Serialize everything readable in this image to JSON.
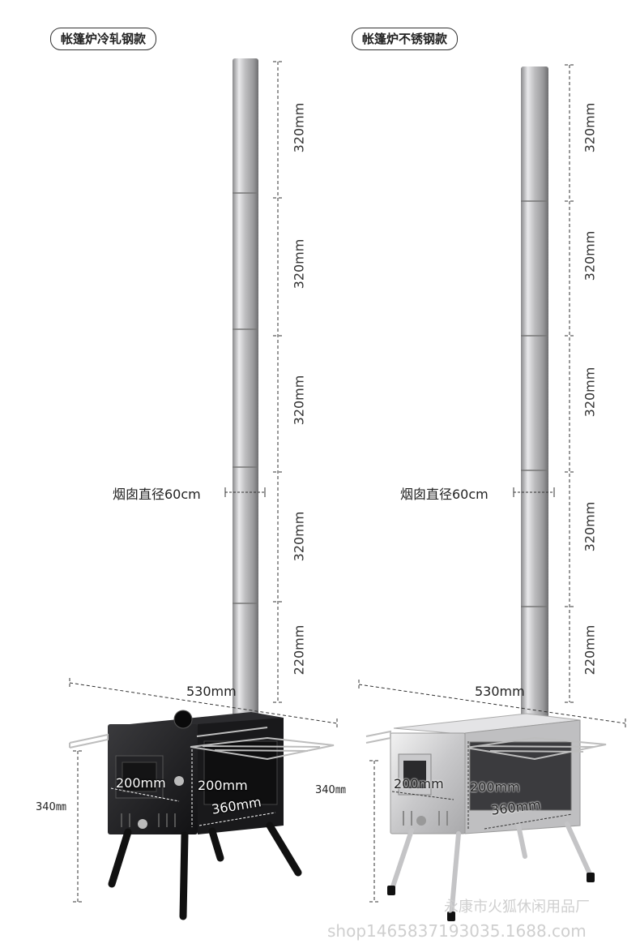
{
  "left": {
    "badge": "帐篷炉冷轧钢款",
    "segments": [
      "320mm",
      "320mm",
      "320mm",
      "320mm",
      "220mm"
    ],
    "diameter": "烟囱直径60cm",
    "width": "530mm",
    "height": "340㎜",
    "door_w": "200mm",
    "door_h": "200mm",
    "depth": "360mm"
  },
  "right": {
    "badge": "帐篷炉不锈钢款",
    "segments": [
      "320mm",
      "320mm",
      "320mm",
      "320mm",
      "220mm"
    ],
    "diameter": "烟囱直径60cm",
    "width": "530mm",
    "height": "340㎜",
    "door_w": "200mm",
    "door_h": "200mm",
    "depth": "360mm"
  },
  "watermark": {
    "shop_cn": "永康市火狐休闲用品厂",
    "url": "shop1465837193035.1688.com"
  },
  "colors": {
    "black_stove": "#1d1d1f",
    "steel_pipe": "#c9c9cb",
    "stainless_stove": "#d7d7d9"
  }
}
